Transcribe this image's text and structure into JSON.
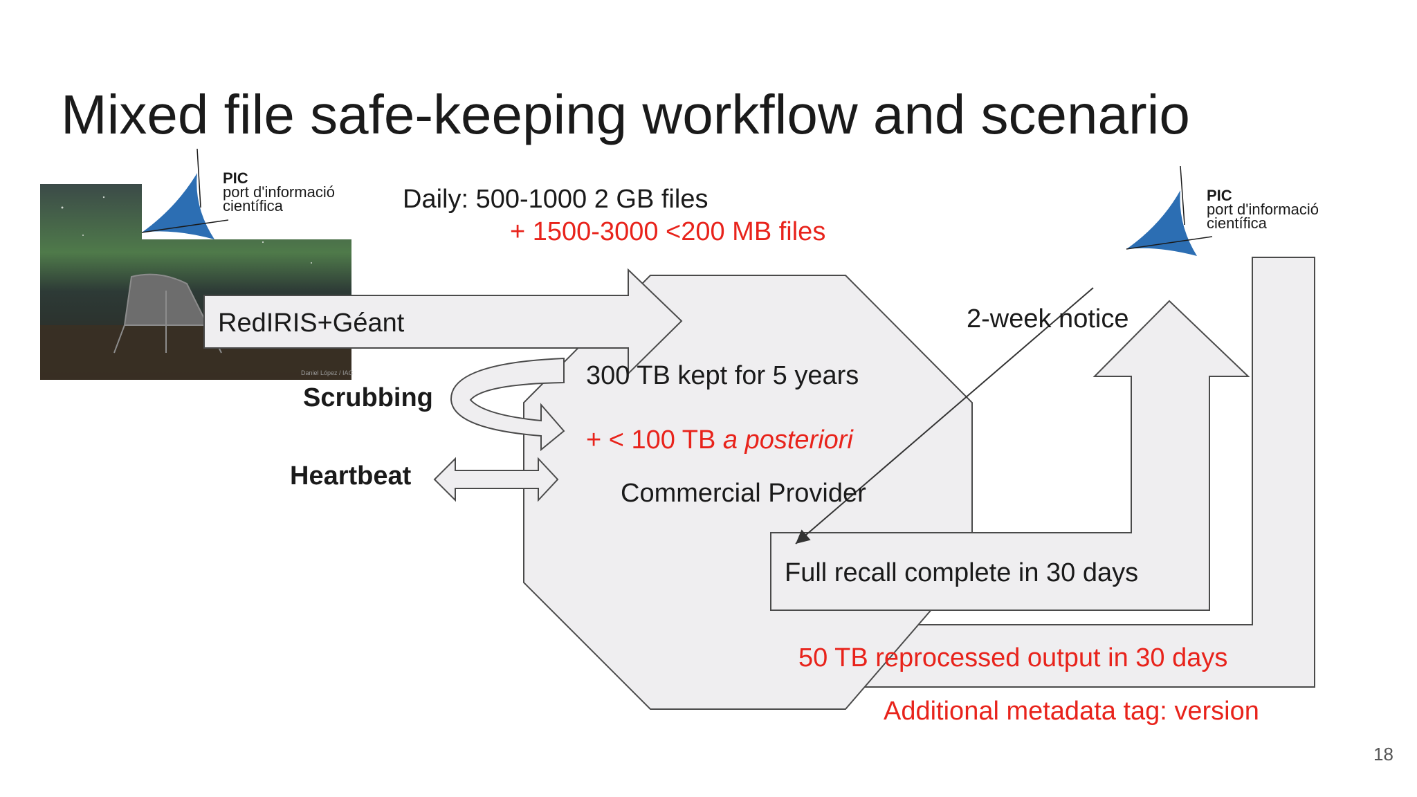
{
  "slide": {
    "title": "Mixed file safe-keeping workflow and scenario",
    "page_number": "18",
    "colors": {
      "accent_red": "#e8231b",
      "shape_fill": "#efeef0",
      "shape_stroke": "#4a4a4a",
      "logo_blue": "#2c6eb3"
    }
  },
  "logo_left": {
    "line1": "PIC",
    "line2": "port d'informació",
    "line3": "científica"
  },
  "logo_right": {
    "line1": "PIC",
    "line2": "port d'informació",
    "line3": "científica"
  },
  "photo": {
    "credit": "Daniel López / IAC"
  },
  "daily": {
    "line1": "Daily: 500-1000 2 GB files",
    "line2": "+ 1500-3000 <200 MB files"
  },
  "arrow_transfer": {
    "label": "RedIRIS+Géant"
  },
  "scrubbing": {
    "label": "Scrubbing"
  },
  "heartbeat": {
    "label": "Heartbeat"
  },
  "provider": {
    "kept": "300 TB kept for 5 years",
    "extra_prefix": "+ < 100 TB ",
    "extra_italic": "a posteriori",
    "name": "Commercial Provider"
  },
  "notice": {
    "label": "2-week notice"
  },
  "recall": {
    "label": "Full recall complete in 30 days"
  },
  "reprocess": {
    "label": "50 TB reprocessed output in 30 days",
    "tag": "Additional metadata tag: version"
  }
}
